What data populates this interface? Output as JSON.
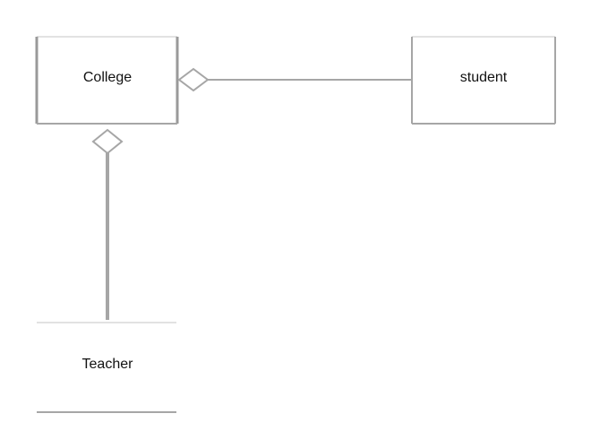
{
  "nodes": {
    "college": {
      "label": "College"
    },
    "student": {
      "label": "student"
    },
    "teacher": {
      "label": "Teacher"
    }
  },
  "relations": [
    {
      "from": "student",
      "to": "college",
      "kind": "aggregation"
    },
    {
      "from": "teacher",
      "to": "college",
      "kind": "aggregation"
    }
  ],
  "colors": {
    "line": "#a6a6a6",
    "text": "#111111",
    "background": "#ffffff"
  }
}
